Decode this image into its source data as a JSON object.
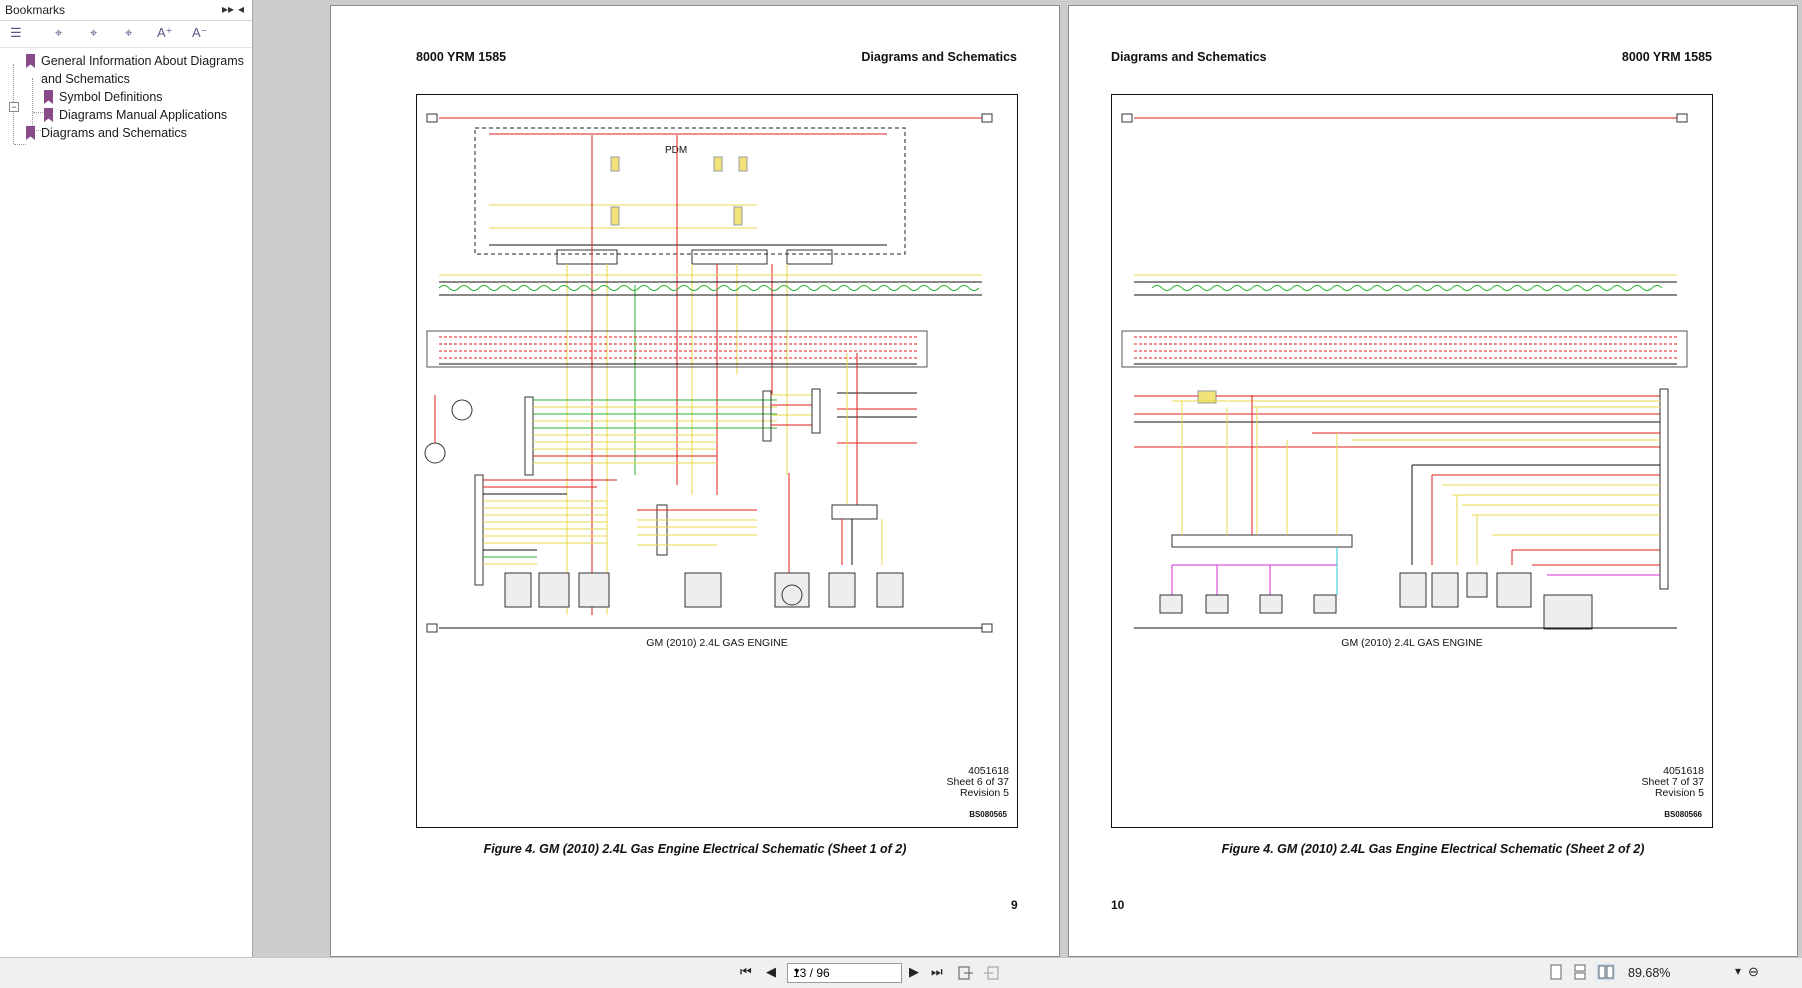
{
  "sidebar": {
    "title": "Bookmarks",
    "collapse_label": "▸▸",
    "close_label": "◂",
    "tools": [
      "options",
      "find-bookmark",
      "find-bookmark-2",
      "find-bookmark-3",
      "increase-text-size",
      "decrease-text-size"
    ],
    "tool_glyphs": [
      "☰",
      "⌖",
      "⌖",
      "⌖",
      "A⁺",
      "A⁻"
    ],
    "expand_glyph": "−",
    "items": [
      {
        "label_line1": "General Information About Diagrams",
        "label_line2": "and Schematics"
      },
      {
        "label": "Symbol Definitions"
      },
      {
        "label": "Diagrams Manual Applications"
      },
      {
        "label": "Diagrams and Schematics"
      }
    ]
  },
  "pages": {
    "left": {
      "header_left": "8000 YRM 1585",
      "header_right": "Diagrams and Schematics",
      "engine_title": "GM (2010) 2.4L GAS ENGINE",
      "pdm_label": "PDM",
      "doc_number": "4051618",
      "sheet": "Sheet 6 of 37",
      "revision": "Revision 5",
      "bs_code": "BS080565",
      "caption": "Figure 4. GM (2010) 2.4L Gas Engine Electrical Schematic (Sheet 1 of 2)",
      "page_number": "9"
    },
    "right": {
      "header_left": "Diagrams and Schematics",
      "header_right": "8000 YRM 1585",
      "engine_title": "GM (2010) 2.4L GAS ENGINE",
      "doc_number": "4051618",
      "sheet": "Sheet 7 of 37",
      "revision": "Revision 5",
      "bs_code": "BS080566",
      "caption": "Figure 4. GM (2010) 2.4L Gas Engine Electrical Schematic (Sheet 2 of 2)",
      "page_number": "10"
    }
  },
  "bottombar": {
    "first_page": "⏮",
    "prev_page": "◀",
    "page_field": "13 / 96",
    "next_page": "▶",
    "last_page": "⏭",
    "zoom": "89.68%",
    "zoom_out": "⊖"
  },
  "colors": {
    "wire_red": "#e21d1d",
    "wire_yellow": "#e8d84a",
    "wire_green": "#2db32d",
    "wire_magenta": "#d62fd6",
    "wire_cyan": "#33c7d6",
    "bookmark_purple": "#8a4a8a"
  }
}
